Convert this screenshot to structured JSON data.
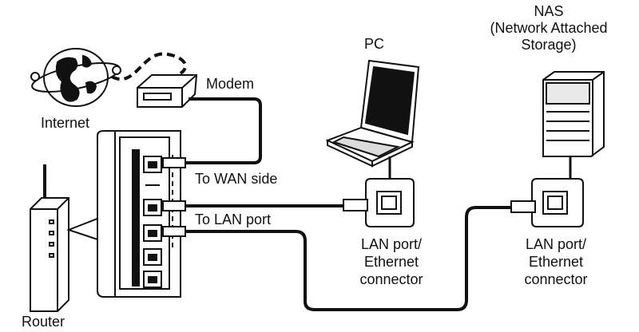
{
  "labels": {
    "internet": "Internet",
    "modem": "Modem",
    "pc": "PC",
    "nas_line1": "NAS",
    "nas_line2": "(Network Attached",
    "nas_line3": "Storage)",
    "to_wan": "To WAN side",
    "to_lan": "To LAN port",
    "pc_port_line1": "LAN port/",
    "pc_port_line2": "Ethernet",
    "pc_port_line3": "connector",
    "nas_port_line1": "LAN port/",
    "nas_port_line2": "Ethernet",
    "nas_port_line3": "connector",
    "router": "Router"
  },
  "colors": {
    "stroke": "#111111",
    "fill": "#ffffff",
    "light": "#e9e9e9"
  }
}
